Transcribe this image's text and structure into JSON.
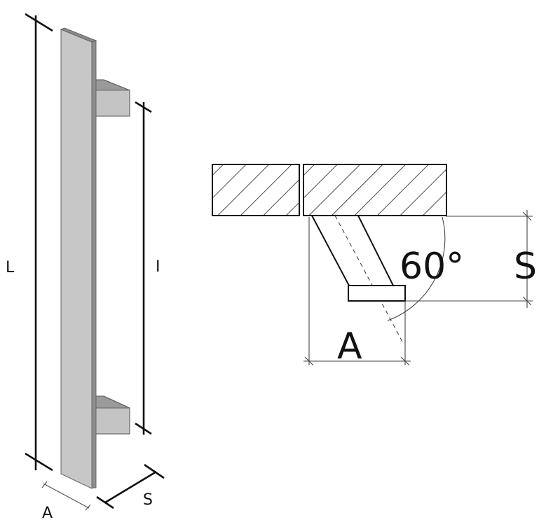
{
  "left_view": {
    "label_L": "L",
    "label_I": "I",
    "label_A": "A",
    "label_S": "S"
  },
  "section_view": {
    "angle_label": "60°",
    "label_S": "S",
    "label_A": "A"
  },
  "colors": {
    "bar_front": "#c7c7c7",
    "bar_side": "#8f8f8f",
    "bracket_top": "#9a9a9a",
    "bracket_front": "#c4c4c4",
    "line": "#111111"
  }
}
